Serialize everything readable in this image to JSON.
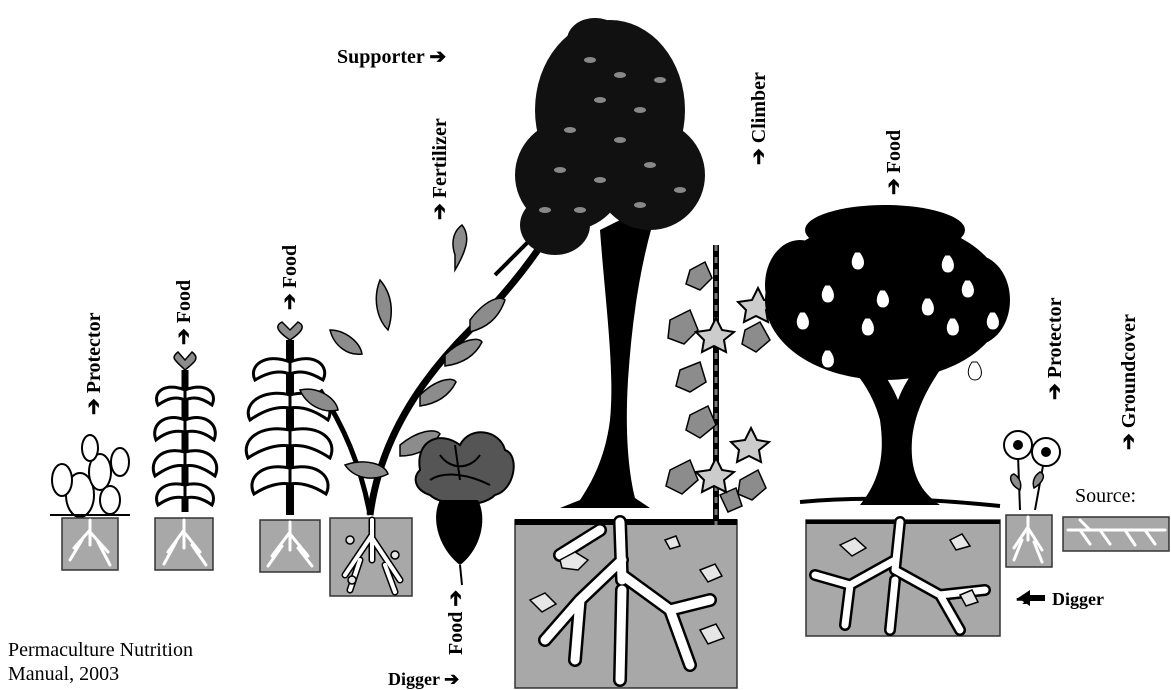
{
  "labels": {
    "supporter": "Supporter",
    "climber": "Climber",
    "fertilizer": "Fertilizer",
    "food_tree": "Food",
    "food_corn_small": "Food",
    "food_corn_tall": "Food",
    "food_beet": "Food",
    "protector_cactus": "Protector",
    "protector_flower": "Protector",
    "groundcover": "Groundcover",
    "digger_right": "Digger",
    "digger_bottom": "Digger"
  },
  "arrows": {
    "right": "➔",
    "left": "➔",
    "down": "➔",
    "up": "➔"
  },
  "source": {
    "label": "Source:",
    "line1": "Permaculture Nutrition",
    "line2": "Manual, 2003"
  }
}
